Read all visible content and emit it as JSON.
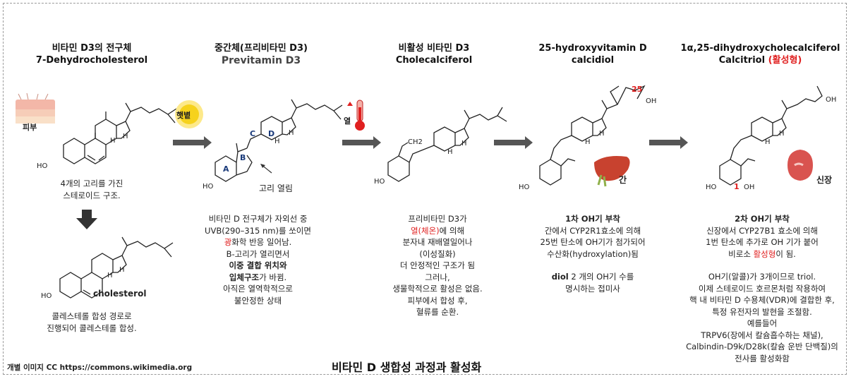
{
  "stages": [
    {
      "title_ko": "비타민 D3의 전구체",
      "title_en": "7-Dehydrocholesterol"
    },
    {
      "title_ko": "중간체(프리비타민 D3)",
      "title_en": "Previtamin D3"
    },
    {
      "title_ko": "비활성 비타민 D3",
      "title_en": "Cholecalciferol"
    },
    {
      "title_ko": "25-hydroxyvitamin D",
      "title_en": "calcidiol"
    },
    {
      "title_ko": "1α,25-dihydroxycholecalciferol",
      "title_en": "Calcitriol",
      "title_en_suffix": "(활성형)"
    }
  ],
  "labels": {
    "skin": "피부",
    "sun": "햇볕",
    "heat": "열",
    "liver": "간",
    "kidney": "신장",
    "ring_open": "고리 열림",
    "cholesterol": "cholesterol",
    "ho": "HO",
    "oh": "OH",
    "h": "H",
    "ch2": "CH2",
    "c25": "25",
    "c1": "1",
    "rings": [
      "A",
      "B",
      "C",
      "D"
    ]
  },
  "col1": {
    "desc1": [
      "4개의 고리를 가진",
      "스테로이드 구조."
    ],
    "desc2": [
      "콜레스테롤 합성 경로로",
      "진행되어 콜레스테롤 합성."
    ]
  },
  "col2": {
    "lines": [
      "비타민 D 전구체가 자외선 중",
      "UVB(290–315 nm)를 쏘이면"
    ],
    "red_word": "광",
    "line3_rest": "화학 반응 일어남.",
    "line4": "B-고리가 열리면서",
    "bold1": "이중 결합 위치와",
    "bold2": "입체구조",
    "line6_rest": "가 바뀜.",
    "line7": "아직은 열역학적으로",
    "line8": "불안정한 상태"
  },
  "col3": {
    "line1": "프리비타민 D3가",
    "red": "열(체온)",
    "line2_rest": "에 의해",
    "lines": [
      "분자내 재배열일어나",
      "(이성질화)",
      "더 안정적인 구조가 됨",
      "그러나,",
      "생물학적으로 활성은 없음.",
      "피부에서 합성 후,",
      "혈류를 순환."
    ]
  },
  "col4": {
    "heading": "1차 OH기 부착",
    "lines": [
      "간에서  CYP2R1효소에 의해",
      "25번 탄소에 OH기가 첨가되어",
      "수산화(hydroxylation)됨"
    ],
    "diol_bold": "diol",
    "diol_rest": " 2 개의 OH기 수를",
    "last": "명시하는 접미사"
  },
  "col5": {
    "heading": "2차 OH기 부착",
    "lines": [
      "신장에서 CYP27B1 효소에 의해",
      "1번 탄소에 추가로 OH 기가 붙어"
    ],
    "line3_pre": "비로소 ",
    "line3_red": "활성형",
    "line3_post": "이 됨.",
    "more": [
      "OH기(알콜)가 3개이므로 triol.",
      "이제 스테로이드 호르몬처럼 작용하여",
      "핵 내 비타민 D 수용체(VDR)에 결합한 후,",
      "특정 유전자의 발현을 조절함.",
      "예를들어",
      "TRPV6(장에서 칼슘흡수하는 채널),",
      "Calbindin-D9k/D28k(칼슘 운반 단백질)의",
      "전사를 활성화함"
    ]
  },
  "footer": {
    "credit": "개별 이미지  CC https://commons.wikimedia.org",
    "title": "비타민 D 생합성 과정과 활성화"
  },
  "colors": {
    "accent_red": "#e02020",
    "ring_label": "#1a3a7a",
    "arrow": "#555555",
    "sun": "#f6d21c",
    "liver": "#c8422f",
    "kidney": "#d9534f"
  }
}
